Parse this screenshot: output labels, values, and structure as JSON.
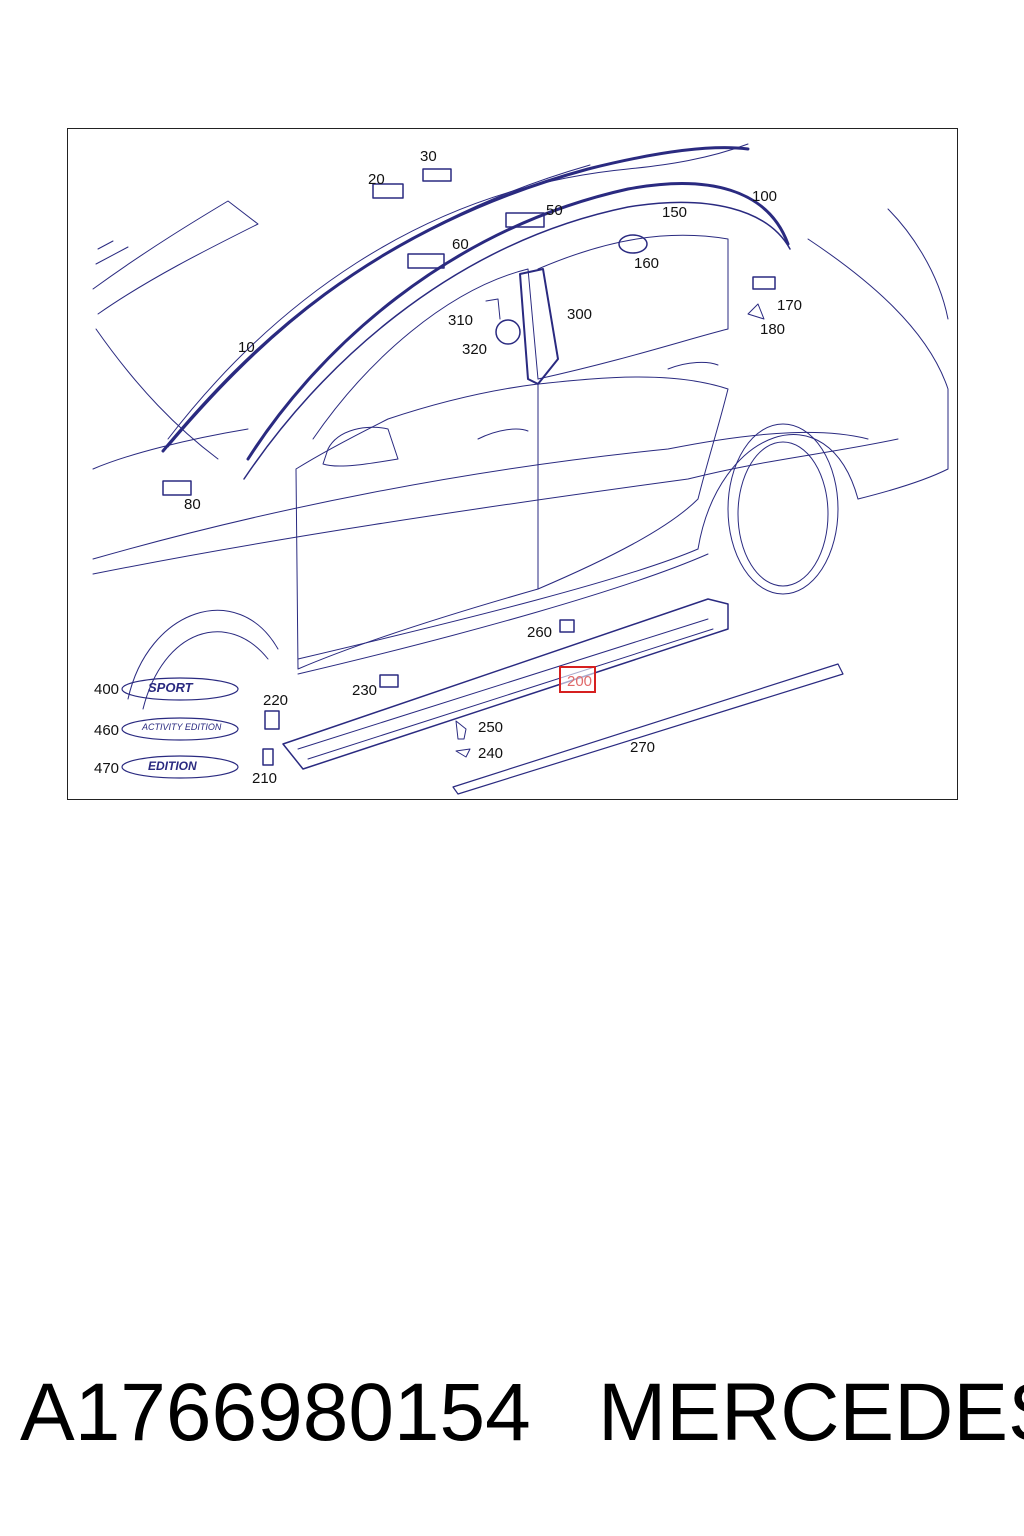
{
  "diagram": {
    "callouts": [
      {
        "id": "10",
        "label": "10"
      },
      {
        "id": "20",
        "label": "20"
      },
      {
        "id": "30",
        "label": "30"
      },
      {
        "id": "50",
        "label": "50"
      },
      {
        "id": "60",
        "label": "60"
      },
      {
        "id": "80",
        "label": "80"
      },
      {
        "id": "100",
        "label": "100"
      },
      {
        "id": "150",
        "label": "150"
      },
      {
        "id": "160",
        "label": "160"
      },
      {
        "id": "170",
        "label": "170"
      },
      {
        "id": "180",
        "label": "180"
      },
      {
        "id": "200",
        "label": "200",
        "highlighted": true
      },
      {
        "id": "210",
        "label": "210"
      },
      {
        "id": "220",
        "label": "220"
      },
      {
        "id": "230",
        "label": "230"
      },
      {
        "id": "240",
        "label": "240"
      },
      {
        "id": "250",
        "label": "250"
      },
      {
        "id": "260",
        "label": "260"
      },
      {
        "id": "270",
        "label": "270"
      },
      {
        "id": "300",
        "label": "300"
      },
      {
        "id": "310",
        "label": "310"
      },
      {
        "id": "320",
        "label": "320"
      },
      {
        "id": "400",
        "label": "400"
      },
      {
        "id": "460",
        "label": "460"
      },
      {
        "id": "470",
        "label": "470"
      }
    ],
    "badges": {
      "sport": "SPORT",
      "activity_edition": "ACTIVITY EDITION",
      "edition": "EDITION"
    },
    "colors": {
      "line": "#2a2a80",
      "highlight_border": "#d62020"
    }
  },
  "footer": {
    "part_number": "A1766980154",
    "brand": "MERCEDES"
  }
}
